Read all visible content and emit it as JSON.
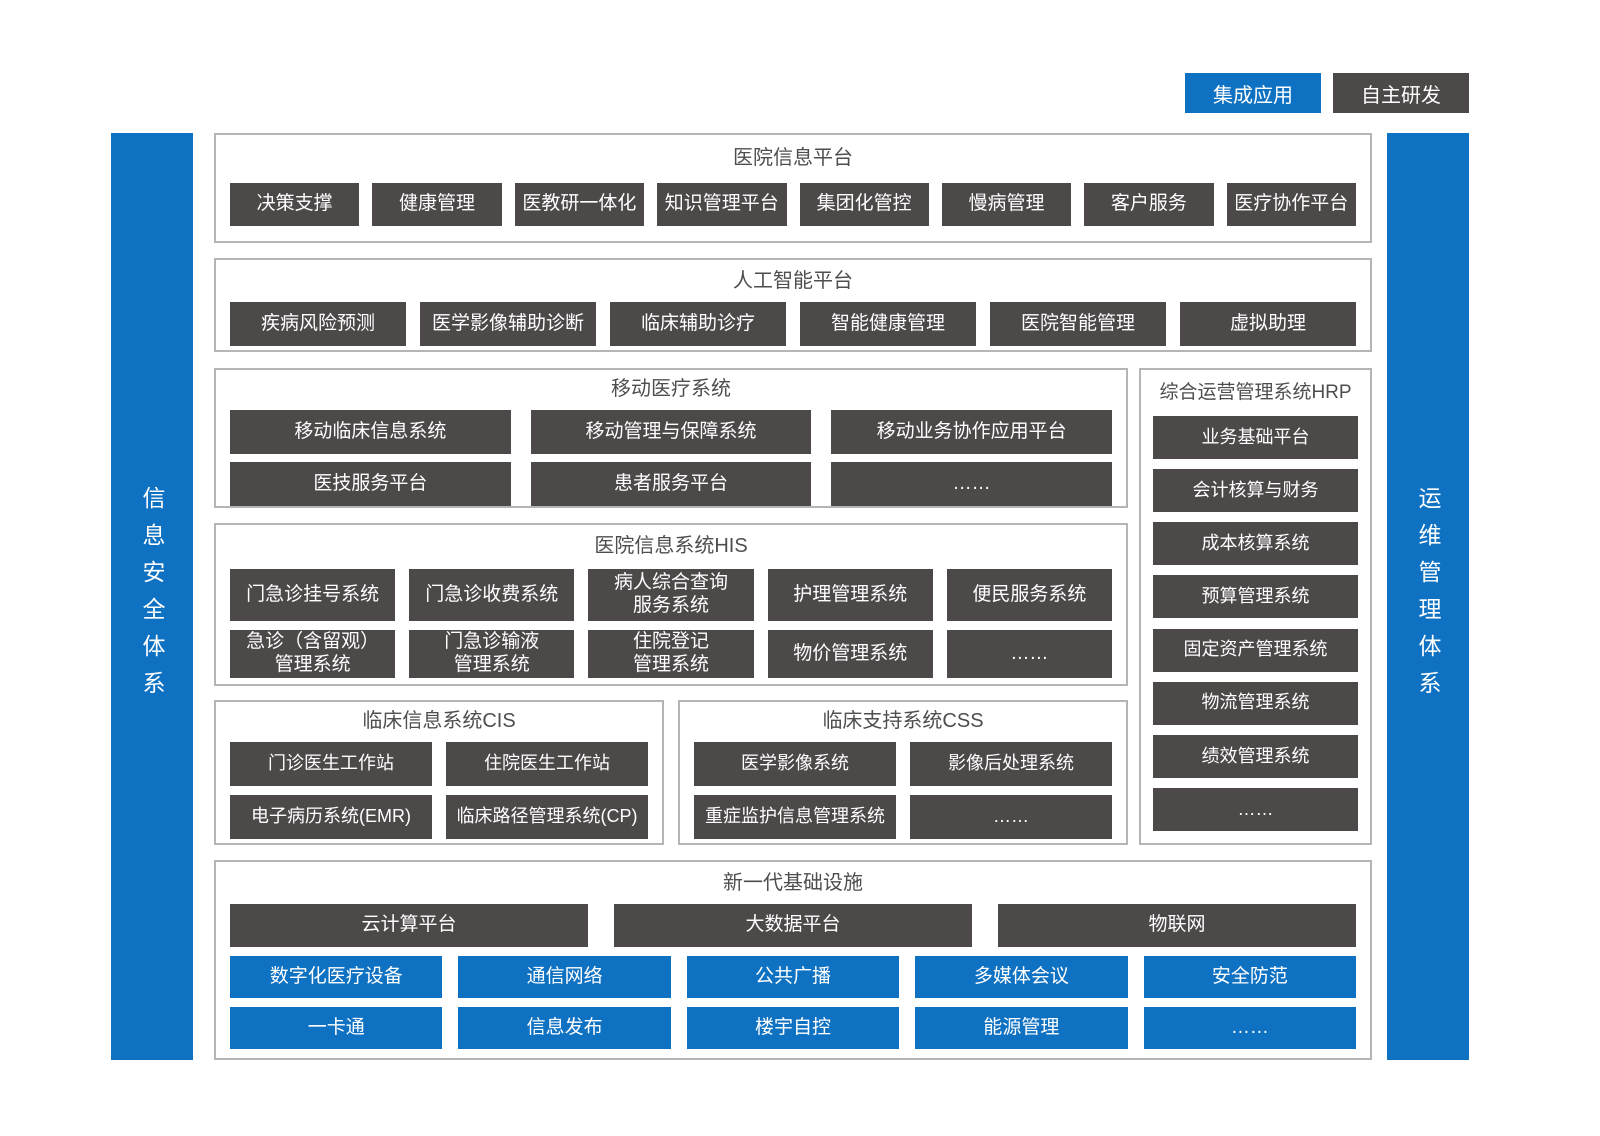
{
  "legend": {
    "integrated": "集成应用",
    "self_developed": "自主研发"
  },
  "side_bars": {
    "left": "信息安全体系",
    "right": "运维管理体系"
  },
  "sections": {
    "hospital_info_platform": {
      "title": "医院信息平台",
      "items": [
        "决策支撑",
        "健康管理",
        "医教研一体化",
        "知识管理平台",
        "集团化管控",
        "慢病管理",
        "客户服务",
        "医疗协作平台"
      ]
    },
    "ai_platform": {
      "title": "人工智能平台",
      "items": [
        "疾病风险预测",
        "医学影像辅助诊断",
        "临床辅助诊疗",
        "智能健康管理",
        "医院智能管理",
        "虚拟助理"
      ]
    },
    "mobile_medical": {
      "title": "移动医疗系统",
      "rows": [
        [
          "移动临床信息系统",
          "移动管理与保障系统",
          "移动业务协作应用平台"
        ],
        [
          "医技服务平台",
          "患者服务平台",
          "……"
        ]
      ]
    },
    "hrp": {
      "title": "综合运营管理系统HRP",
      "items": [
        "业务基础平台",
        "会计核算与财务",
        "成本核算系统",
        "预算管理系统",
        "固定资产管理系统",
        "物流管理系统",
        "绩效管理系统",
        "……"
      ]
    },
    "his": {
      "title": "医院信息系统HIS",
      "rows": [
        [
          "门急诊挂号系统",
          "门急诊收费系统",
          "病人综合查询\n服务系统",
          "护理管理系统",
          "便民服务系统"
        ],
        [
          "急诊（含留观）\n管理系统",
          "门急诊输液\n管理系统",
          "住院登记\n管理系统",
          "物价管理系统",
          "……"
        ]
      ]
    },
    "cis": {
      "title": "临床信息系统CIS",
      "rows": [
        [
          "门诊医生工作站",
          "住院医生工作站"
        ],
        [
          "电子病历系统(EMR)",
          "临床路径管理系统(CP)"
        ]
      ]
    },
    "css": {
      "title": "临床支持系统CSS",
      "rows": [
        [
          "医学影像系统",
          "影像后处理系统"
        ],
        [
          "重症监护信息管理系统",
          "……"
        ]
      ]
    },
    "infrastructure": {
      "title": "新一代基础设施",
      "dark_row": [
        "云计算平台",
        "大数据平台",
        "物联网"
      ],
      "blue_rows": [
        [
          "数字化医疗设备",
          "通信网络",
          "公共广播",
          "多媒体会议",
          "安全防范"
        ],
        [
          "一卡通",
          "信息发布",
          "楼宇自控",
          "能源管理",
          "……"
        ]
      ]
    }
  },
  "colors": {
    "accent_blue": "#0e71c2",
    "box_dark": "#4d4949",
    "section_border": "#b5b5b5",
    "title_text": "#4e4e4e",
    "box_text": "#ffffff"
  }
}
